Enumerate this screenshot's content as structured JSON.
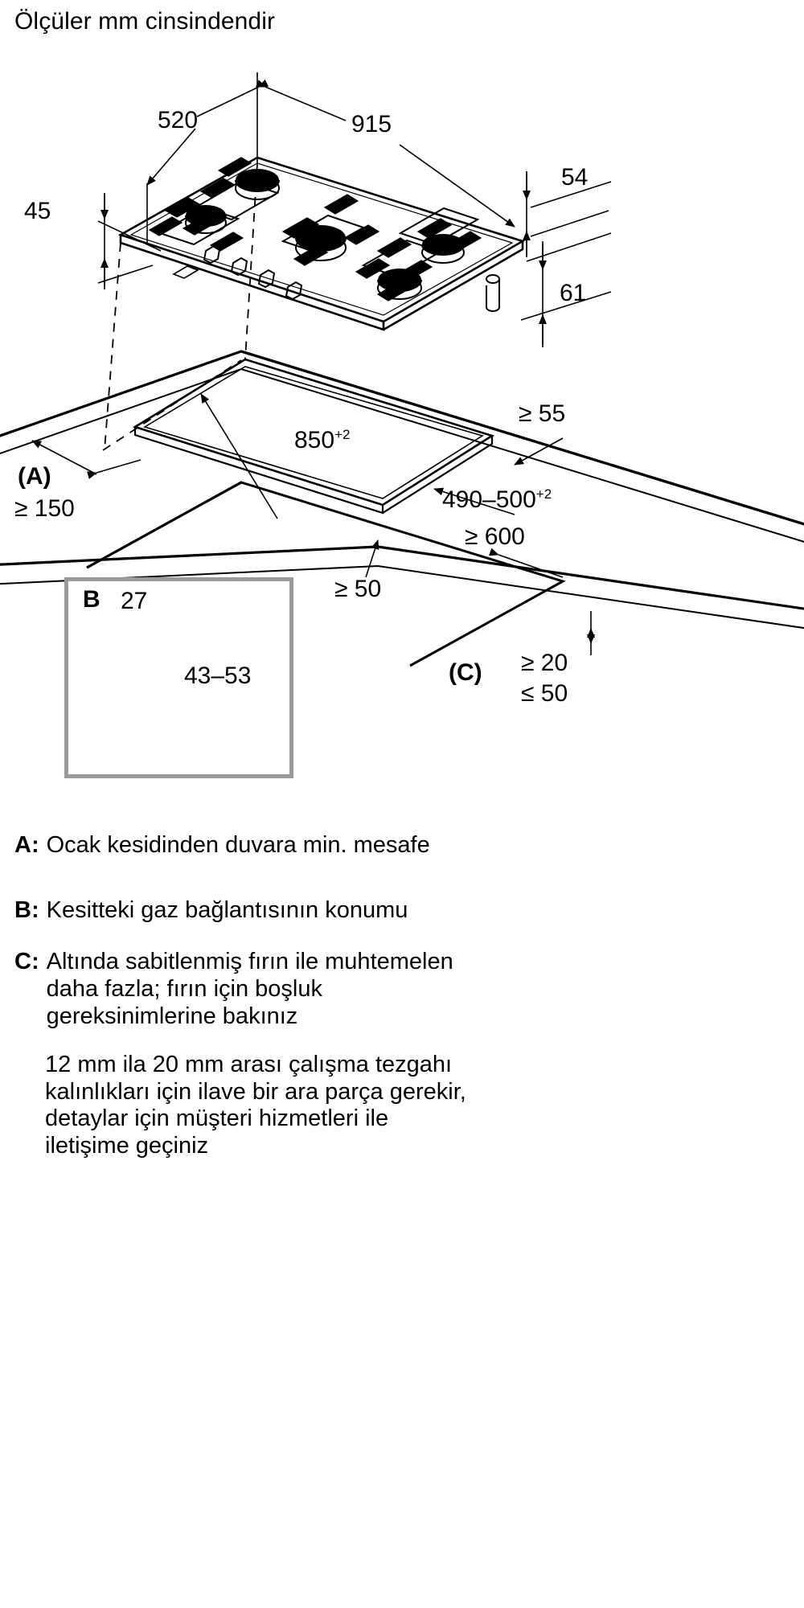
{
  "title": "Ölçüler mm cinsindendir",
  "appliance_view": {
    "dims": {
      "width_overall": "915",
      "depth_overall": "520",
      "front_edge": "45",
      "top_height": "54",
      "body_height": "61"
    }
  },
  "cutout_view": {
    "dims": {
      "cutout_width": "850",
      "cutout_width_tol": "+2",
      "cutout_depth": "490–500",
      "cutout_depth_tol": "+2",
      "rear_min": "≥ 55",
      "below_min": "≥ 600",
      "front_min": "≥ 50",
      "wall_label": "(A)",
      "wall_min": "≥ 150"
    }
  },
  "detail_b": {
    "label": "B",
    "dim_top": "27",
    "dim_side": "43–53"
  },
  "detail_c": {
    "label": "(C)",
    "min": "≥ 20",
    "max": "≤ 50"
  },
  "legend": {
    "a_key": "A:",
    "a_text": "Ocak kesidinden duvara min. mesafe",
    "b_key": "B:",
    "b_text": "Kesitteki gaz bağlantısının konumu",
    "c_key": "C:",
    "c_text_line1": "Altında sabitlenmiş fırın ile muhtemelen",
    "c_text_line2": "daha fazla; fırın için boşluk",
    "c_text_line3": "gereksinimlerine bakınız",
    "note_line1": "12 mm ila 20 mm arası çalışma tezgahı",
    "note_line2": "kalınlıkları için ilave bir ara parça gerekir,",
    "note_line3": "detaylar için müşteri hizmetleri ile",
    "note_line4": "iletişime geçiniz"
  },
  "colors": {
    "line": "#000000",
    "detail_frame": "#9a9a9a",
    "background": "#ffffff"
  }
}
